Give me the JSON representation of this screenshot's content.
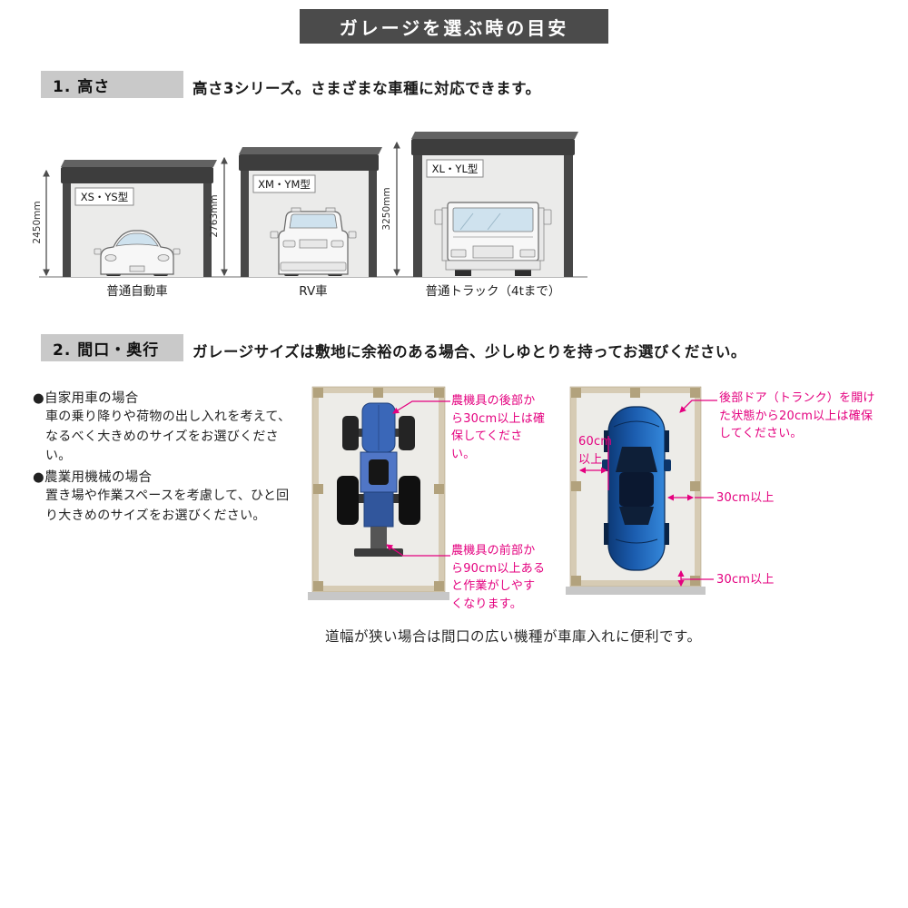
{
  "header": {
    "title": "ガレージを選ぶ時の目安"
  },
  "section1": {
    "label": "1. 高さ",
    "description": "高さ3シリーズ。さまざまな車種に対応できます。",
    "garages": [
      {
        "model": "XS・YS型",
        "height_label": "2450mm",
        "vehicle": "普通自動車"
      },
      {
        "model": "XM・YM型",
        "height_label": "2763mm",
        "vehicle": "RV車"
      },
      {
        "model": "XL・YL型",
        "height_label": "3250mm",
        "vehicle": "普通トラック（4tまで）"
      }
    ]
  },
  "section2": {
    "label": "2. 間口・奥行",
    "description": "ガレージサイズは敷地に余裕のある場合、少しゆとりを持ってお選びください。",
    "advice": [
      {
        "heading": "●自家用車の場合",
        "body": "車の乗り降りや荷物の出し入れを考えて、なるべく大きめのサイズをお選びください。"
      },
      {
        "heading": "●農業用機械の場合",
        "body": "置き場や作業スペースを考慮して、ひと回り大きめのサイズをお選びください。"
      }
    ],
    "tractor_notes": {
      "rear": "農機具の後部から30cm以上は確保してください。",
      "front": "農機具の前部から90cm以上あると作業がしやすくなります。"
    },
    "car_notes": {
      "trunk": "後部ドア（トランク）を開けた状態から20cm以上は確保してください。",
      "side": "60cm以上",
      "rear_side": "30cm以上",
      "rear_back": "30cm以上"
    },
    "footer_note": "道幅が狭い場合は間口の広い機種が車庫入れに便利です。"
  },
  "colors": {
    "accent_pink": "#e4007f",
    "title_bg": "#4b4b4b",
    "label_bg": "#c9c9c9"
  }
}
